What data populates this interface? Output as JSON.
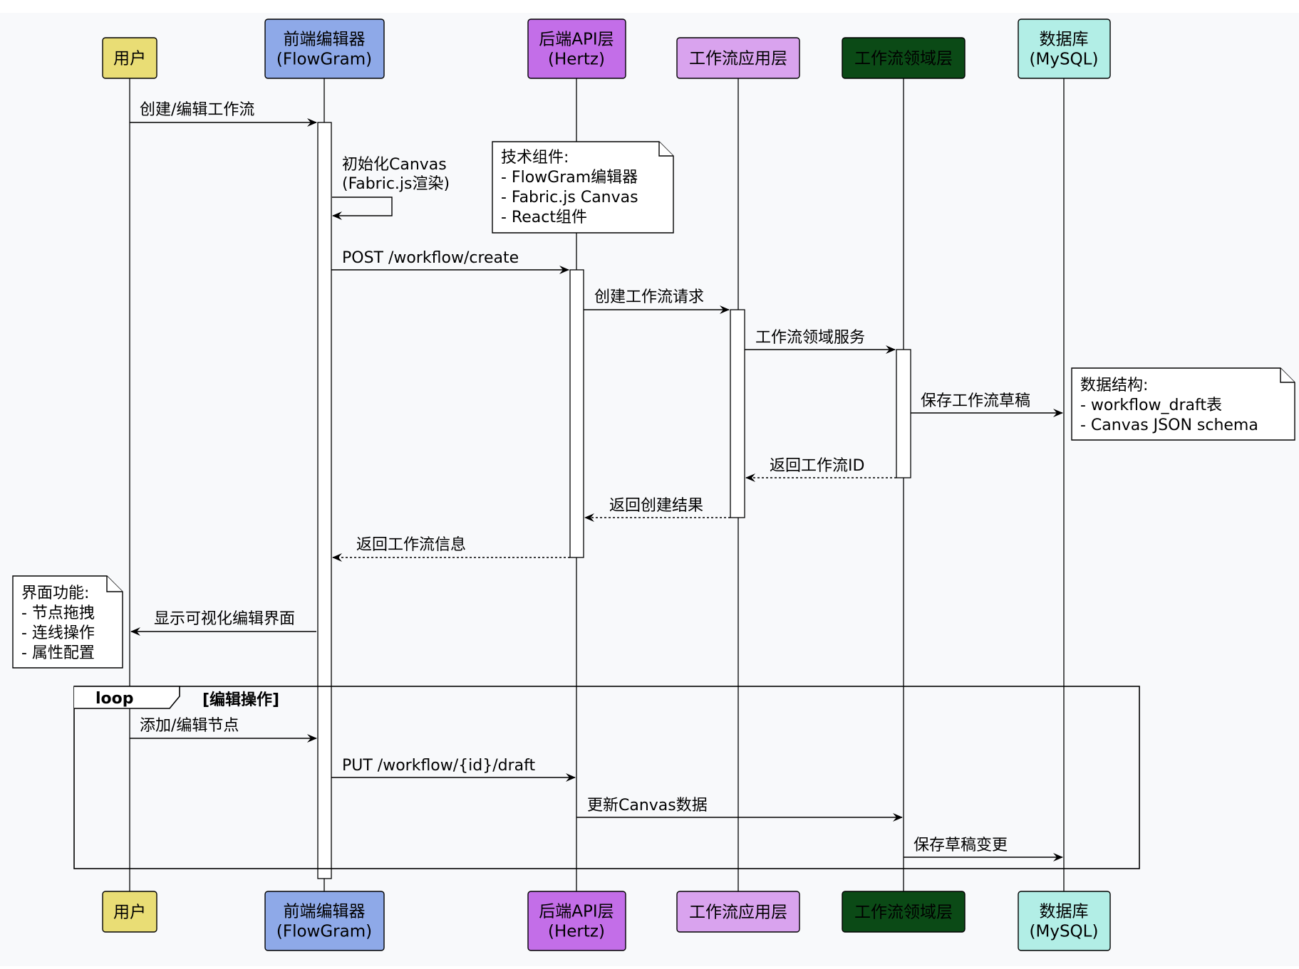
{
  "participants": [
    {
      "id": "user",
      "lines": [
        "用户"
      ],
      "fill": "#e9dd75",
      "text_color": "#000000"
    },
    {
      "id": "frontend",
      "lines": [
        "前端编辑器",
        "(FlowGram)"
      ],
      "fill": "#8ea9e8",
      "text_color": "#000000"
    },
    {
      "id": "backend",
      "lines": [
        "后端API层",
        "(Hertz)"
      ],
      "fill": "#c36ee8",
      "text_color": "#000000"
    },
    {
      "id": "app",
      "lines": [
        "工作流应用层"
      ],
      "fill": "#d9a3ee",
      "text_color": "#000000"
    },
    {
      "id": "domain",
      "lines": [
        "工作流领域层"
      ],
      "fill": "#0b4a16",
      "text_color": "#000000"
    },
    {
      "id": "db",
      "lines": [
        "数据库",
        "(MySQL)"
      ],
      "fill": "#b2eee6",
      "text_color": "#000000"
    }
  ],
  "messages": [
    {
      "from": "user",
      "to": "frontend",
      "label": "创建/编辑工作流",
      "style": "solid"
    },
    {
      "from": "frontend",
      "to": "frontend",
      "label": "初始化Canvas\n(Fabric.js渲染)",
      "style": "self"
    },
    {
      "from": "frontend",
      "to": "backend",
      "label": "POST /workflow/create",
      "style": "solid"
    },
    {
      "from": "backend",
      "to": "app",
      "label": "创建工作流请求",
      "style": "solid"
    },
    {
      "from": "app",
      "to": "domain",
      "label": "工作流领域服务",
      "style": "solid"
    },
    {
      "from": "domain",
      "to": "db",
      "label": "保存工作流草稿",
      "style": "solid"
    },
    {
      "from": "domain",
      "to": "app",
      "label": "返回工作流ID",
      "style": "dashed"
    },
    {
      "from": "app",
      "to": "backend",
      "label": "返回创建结果",
      "style": "dashed"
    },
    {
      "from": "backend",
      "to": "frontend",
      "label": "返回工作流信息",
      "style": "dashed"
    },
    {
      "from": "frontend",
      "to": "user",
      "label": "显示可视化编辑界面",
      "style": "solid"
    },
    {
      "from": "user",
      "to": "frontend",
      "label": "添加/编辑节点",
      "style": "solid"
    },
    {
      "from": "frontend",
      "to": "backend",
      "label": "PUT /workflow/{id}/draft",
      "style": "solid"
    },
    {
      "from": "backend",
      "to": "domain",
      "label": "更新Canvas数据",
      "style": "solid"
    },
    {
      "from": "domain",
      "to": "db",
      "label": "保存草稿变更",
      "style": "solid"
    }
  ],
  "notes": [
    {
      "id": "tech",
      "lines": [
        "技术组件:",
        "- FlowGram编辑器",
        "- Fabric.js Canvas",
        "- React组件"
      ]
    },
    {
      "id": "data",
      "lines": [
        "数据结构:",
        "- workflow_draft表",
        "- Canvas JSON schema"
      ]
    },
    {
      "id": "ui",
      "lines": [
        "界面功能:",
        "- 节点拖拽",
        "- 连线操作",
        "- 属性配置"
      ]
    }
  ],
  "loop": {
    "keyword": "loop",
    "condition": "[编辑操作]"
  },
  "colors": {
    "line": "#000000",
    "background": "#f8f9fb",
    "note_fill": "#ffffff",
    "activation_fill": "#ffffff"
  }
}
